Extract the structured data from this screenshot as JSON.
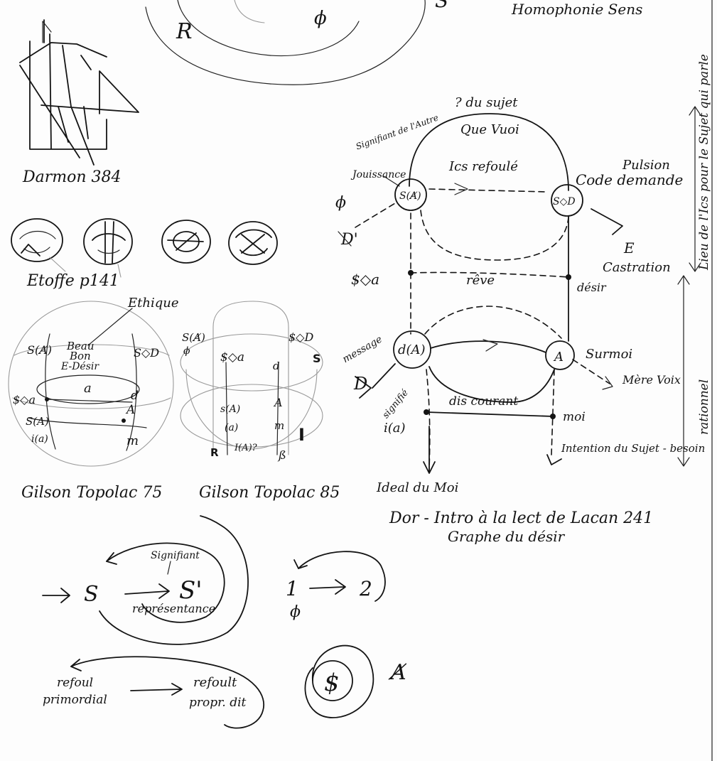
{
  "top": {
    "letter_r": "R",
    "phi": "ϕ",
    "letter_s": "S",
    "homophonic": "Homophonie Sens"
  },
  "darmon": {
    "caption": "Darmon 384"
  },
  "etoffe": {
    "caption": "Etoffe p141"
  },
  "gilson75": {
    "caption": "Gilson Topolac 75",
    "labels": {
      "ethique": "Ethique",
      "s_barred_a": "S(A̸)",
      "beau": "Beau",
      "bon": "Bon",
      "e_desir": "E-Désir",
      "s_diamond_d": "S◇D",
      "a_small": "a",
      "s_diamond_a": "$◇a",
      "d": "d",
      "s_a": "S(A)",
      "i_a": "i(a)",
      "a_big": "A",
      "m": "m"
    }
  },
  "gilson85": {
    "caption": "Gilson Topolac 85",
    "labels": {
      "s_barred_a": "S(A̸)",
      "phi": "ϕ",
      "s_diamond_a": "$◇a",
      "s_diamond_d": "$◇D",
      "s": "S",
      "d": "d",
      "s_a": "s(A)",
      "a_paren": "(a)",
      "a_big": "A",
      "m": "m",
      "i_big": "I",
      "r": "R",
      "i_a": "I(A)?",
      "beta": "ß"
    }
  },
  "graph": {
    "question": "? du sujet",
    "que_vuoi": "Que Vuoi",
    "signifiant_autre": "Signifiant de l'Autre",
    "ics_refoule": "Ics refoulé",
    "pulsion": "Pulsion",
    "code_demande": "Code demande",
    "jouissance": "Jouissance",
    "phi": "ϕ",
    "node_s_a": "S(A̸)",
    "node_s_d": "S◇D",
    "d_prime": "D'",
    "e": "E",
    "castration": "Castration",
    "s_diamond_a": "$◇a",
    "reve": "rêve",
    "desir": "désir",
    "message": "message",
    "node_d_a": "d(A)",
    "node_a": "A",
    "surmoi": "Surmoi",
    "mere_voix": "Mère Voix",
    "d_small": "D",
    "signifie": "signifié",
    "dis_courant": "dis courant",
    "i_a": "i(a)",
    "moi": "moi",
    "intention": "Intention du Sujet - besoin",
    "ideal": "Ideal du Moi",
    "caption1": "Dor - Intro à la lect de Lacan 241",
    "caption2": "Graphe du désir"
  },
  "margin": {
    "top": "Lieu de l'Ics pour le Sujet qui parle",
    "bottom": "rationnel"
  },
  "bottom": {
    "s1": "S",
    "signifiant": "Signifiant",
    "s2": "S'",
    "representance": "représentance",
    "one": "1",
    "two": "2",
    "phi": "ϕ",
    "refoul_primordial": "refoul primordial",
    "refoul_propre": "refoult propr. dit",
    "barred_s": "$",
    "barred_a": "A̸"
  }
}
